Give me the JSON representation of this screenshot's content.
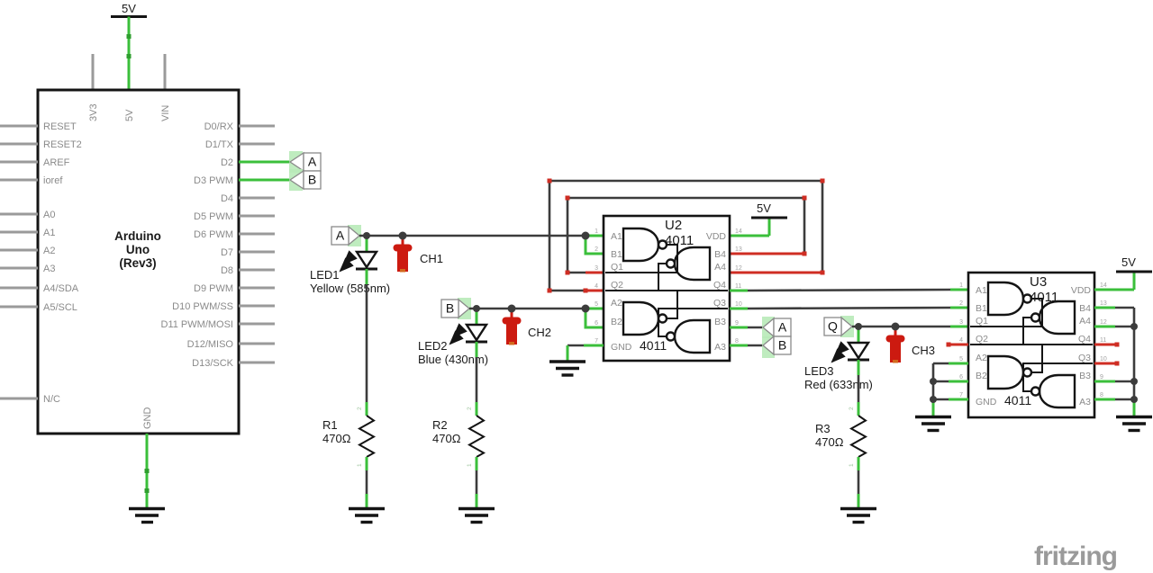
{
  "watermark": "fritzing",
  "power": {
    "v5": "5V"
  },
  "arduino": {
    "title": [
      "Arduino",
      "Uno",
      "(Rev3)"
    ],
    "top_pins": [
      "3V3",
      "5V",
      "VIN"
    ],
    "bottom_pin": "GND",
    "left_pins": [
      "RESET",
      "RESET2",
      "AREF",
      "ioref",
      "A0",
      "A1",
      "A2",
      "A3",
      "A4/SDA",
      "A5/SCL",
      "N/C"
    ],
    "right_pins": [
      "D0/RX",
      "D1/TX",
      "D2",
      "D3 PWM",
      "D4",
      "D5 PWM",
      "D6 PWM",
      "D7",
      "D8",
      "D9 PWM",
      "D10 PWM/SS",
      "D11 PWM/MOSI",
      "D12/MISO",
      "D13/SCK"
    ]
  },
  "net_labels": {
    "a": "A",
    "b": "B",
    "q": "Q"
  },
  "probes": {
    "ch1": "CH1",
    "ch2": "CH2",
    "ch3": "CH3"
  },
  "leds": [
    {
      "ref": "LED1",
      "desc": "Yellow (585nm)"
    },
    {
      "ref": "LED2",
      "desc": "Blue (430nm)"
    },
    {
      "ref": "LED3",
      "desc": "Red (633nm)"
    }
  ],
  "resistors": [
    {
      "ref": "R1",
      "value": "470Ω",
      "pin_top": "2",
      "pin_bottom": "1"
    },
    {
      "ref": "R2",
      "value": "470Ω",
      "pin_top": "2",
      "pin_bottom": "1"
    },
    {
      "ref": "R3",
      "value": "470Ω",
      "pin_top": "2",
      "pin_bottom": "1"
    }
  ],
  "ics": [
    {
      "ref": "U2",
      "part": "4011",
      "bottom_label": "4011",
      "left_pins": [
        {
          "num": "1",
          "label": "A1"
        },
        {
          "num": "2",
          "label": "B1"
        },
        {
          "num": "3",
          "label": "Q1"
        },
        {
          "num": "4",
          "label": "Q2"
        },
        {
          "num": "5",
          "label": "A2"
        },
        {
          "num": "6",
          "label": "B2"
        },
        {
          "num": "7",
          "label": "GND"
        }
      ],
      "right_pins": [
        {
          "num": "14",
          "label": "VDD"
        },
        {
          "num": "13",
          "label": "B4"
        },
        {
          "num": "12",
          "label": "A4"
        },
        {
          "num": "11",
          "label": "Q4"
        },
        {
          "num": "10",
          "label": "Q3"
        },
        {
          "num": "9",
          "label": "B3"
        },
        {
          "num": "8",
          "label": "A3"
        }
      ]
    },
    {
      "ref": "U3",
      "part": "4011",
      "bottom_label": "4011",
      "left_pins": [
        {
          "num": "1",
          "label": "A1"
        },
        {
          "num": "2",
          "label": "B1"
        },
        {
          "num": "3",
          "label": "Q1"
        },
        {
          "num": "4",
          "label": "Q2"
        },
        {
          "num": "5",
          "label": "A2"
        },
        {
          "num": "6",
          "label": "B2"
        },
        {
          "num": "7",
          "label": "GND"
        }
      ],
      "right_pins": [
        {
          "num": "14",
          "label": "VDD"
        },
        {
          "num": "13",
          "label": "B4"
        },
        {
          "num": "12",
          "label": "A4"
        },
        {
          "num": "11",
          "label": "Q4"
        },
        {
          "num": "10",
          "label": "Q3"
        },
        {
          "num": "9",
          "label": "B3"
        },
        {
          "num": "8",
          "label": "A3"
        }
      ]
    }
  ],
  "colors": {
    "wire_green": "#3bbf3b",
    "wire_red": "#cf2d23",
    "wire_dark": "#3c3c3c",
    "stub_gray": "#9a9a9a",
    "probe_red": "#cc1a10",
    "net_highlight": "#b8eab8"
  }
}
